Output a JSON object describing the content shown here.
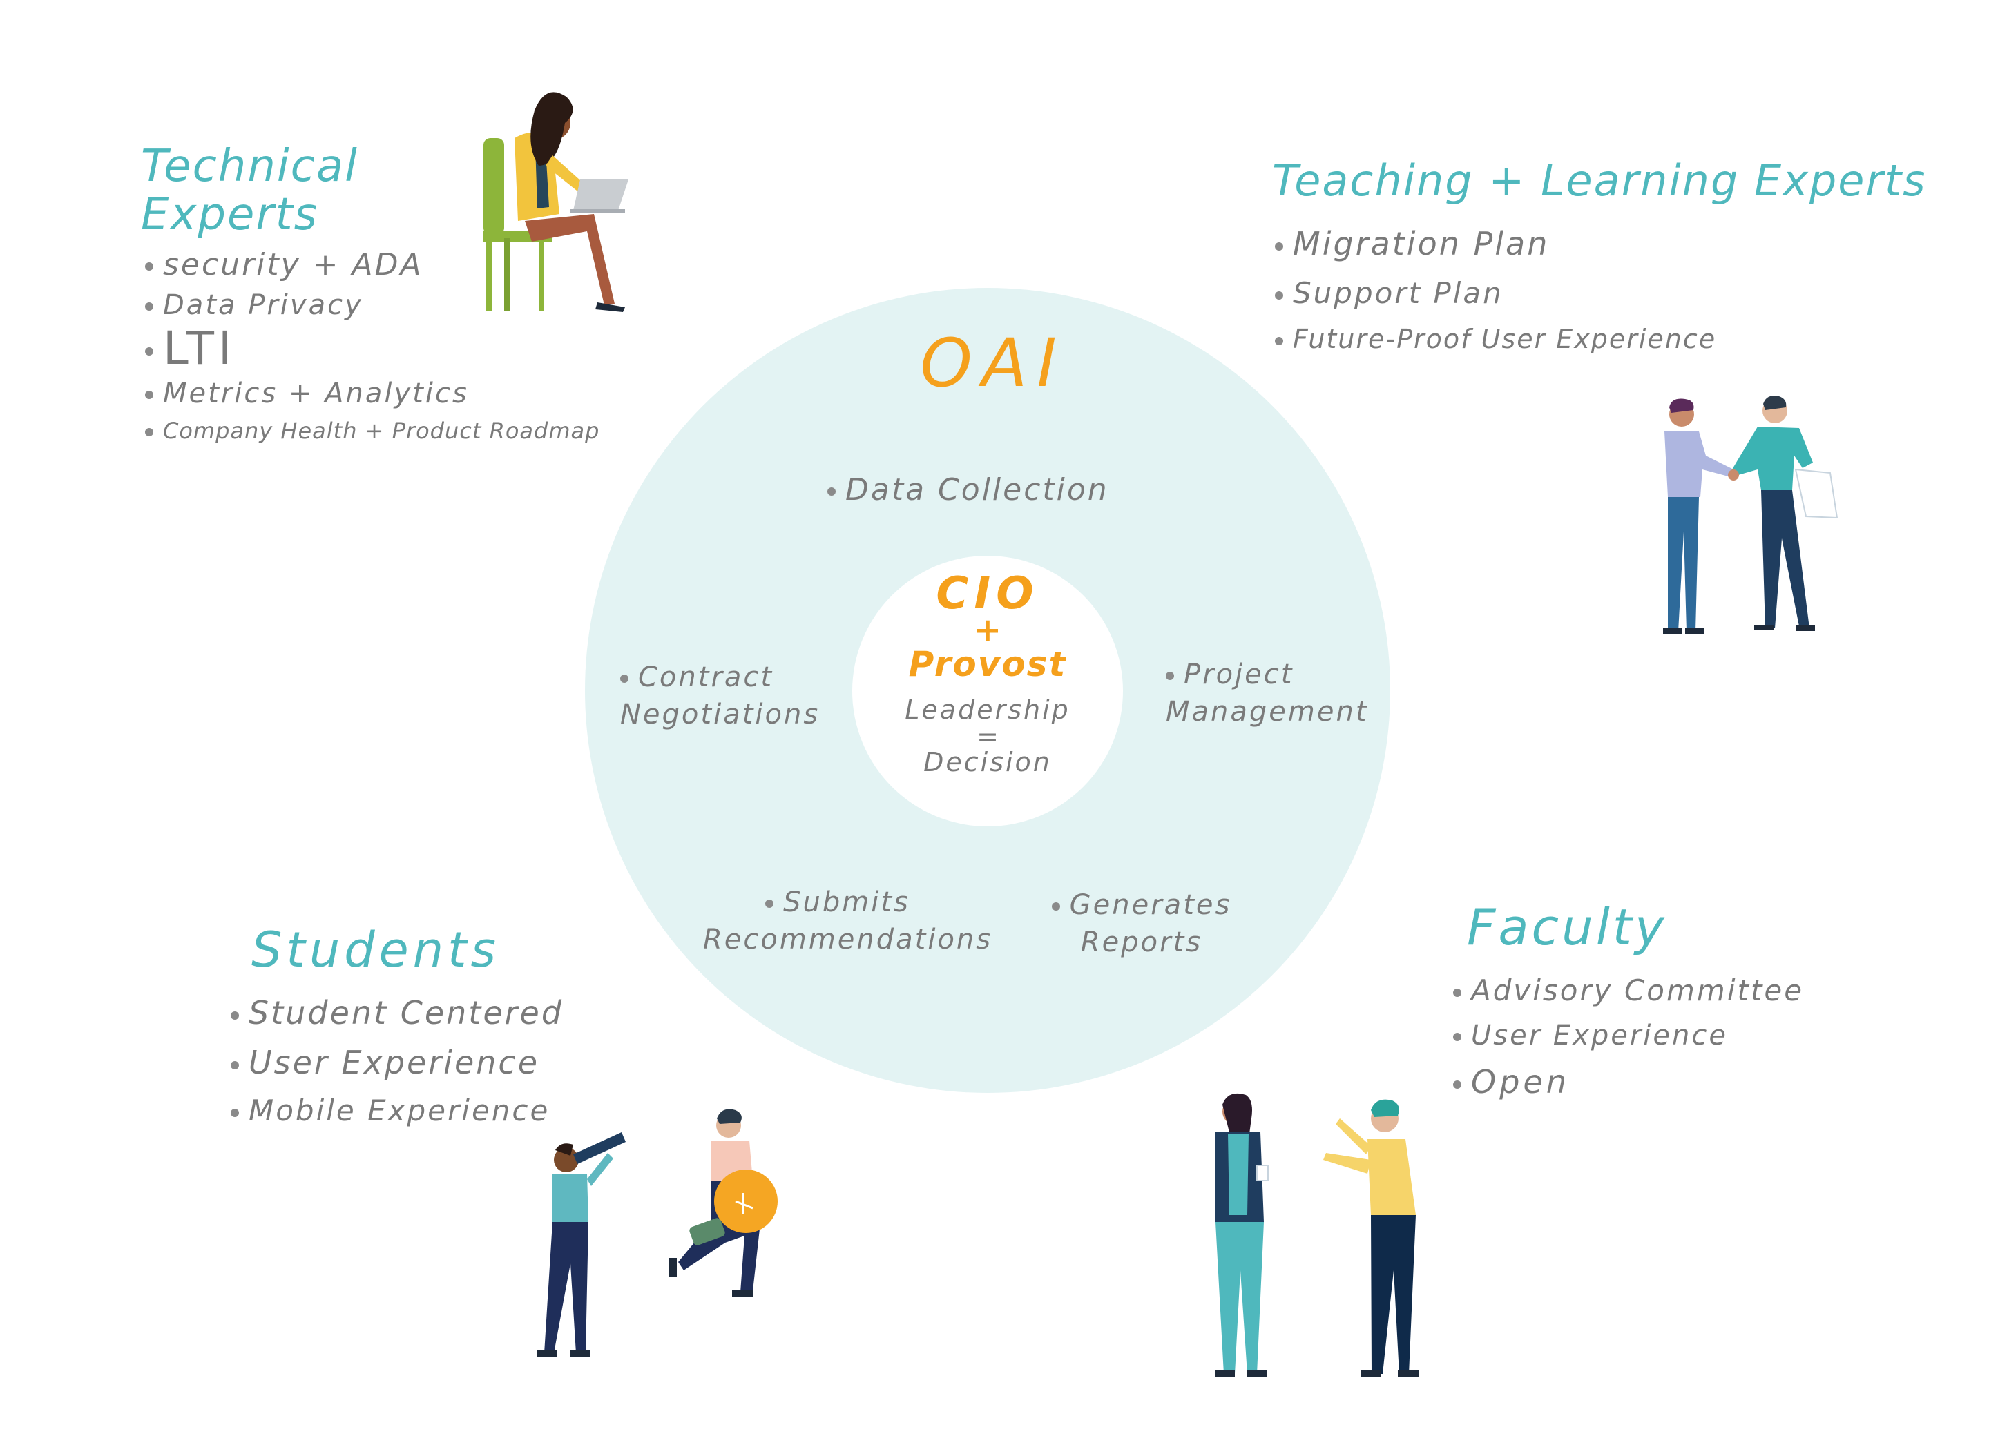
{
  "technical_experts": {
    "title": "Technical\nExperts",
    "items": [
      "security + ADA",
      "Data Privacy",
      "LTI",
      "Metrics + Analytics",
      "Company Health + Product Roadmap"
    ]
  },
  "teaching_learning_experts": {
    "title": "Teaching + Learning Experts",
    "items": [
      "Migration Plan",
      "Support Plan",
      "Future-Proof User Experience"
    ]
  },
  "students": {
    "title": "Students",
    "items": [
      "Student Centered",
      "User Experience",
      "Mobile Experience"
    ]
  },
  "faculty": {
    "title": "Faculty",
    "items": [
      "Advisory Committee",
      "User Experience",
      "Open"
    ]
  },
  "oai": {
    "title": "OAI",
    "data_collection": "Data Collection",
    "contract_negotiations": "Contract\nNegotiations",
    "project_management": "Project\nManagement",
    "submits_recommendations": "Submits\nRecommendations",
    "generates_reports": "Generates\nReports"
  },
  "core": {
    "cio": "CIO",
    "plus": "+",
    "provost": "Provost",
    "leadership": "Leadership",
    "equals": "=",
    "decision": "Decision"
  },
  "colors": {
    "teal_title": "#4fb8bd",
    "orange_accent": "#f5a01c",
    "ring_fill": "#e3f3f3",
    "grey_text": "#7a7a7a"
  }
}
